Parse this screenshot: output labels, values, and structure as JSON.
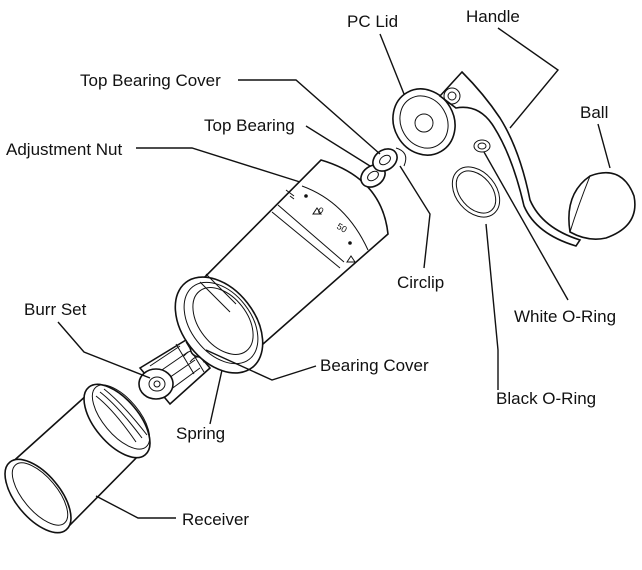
{
  "diagram": {
    "dial_marks": [
      "0",
      "50"
    ],
    "labels": {
      "pc_lid": "PC Lid",
      "handle": "Handle",
      "top_bearing_cover": "Top Bearing Cover",
      "top_bearing": "Top Bearing",
      "adjustment_nut": "Adjustment Nut",
      "ball": "Ball",
      "circlip": "Circlip",
      "white_o_ring": "White O-Ring",
      "burr_set": "Burr Set",
      "bearing_cover": "Bearing Cover",
      "black_o_ring": "Black O-Ring",
      "spring": "Spring",
      "receiver": "Receiver"
    }
  }
}
